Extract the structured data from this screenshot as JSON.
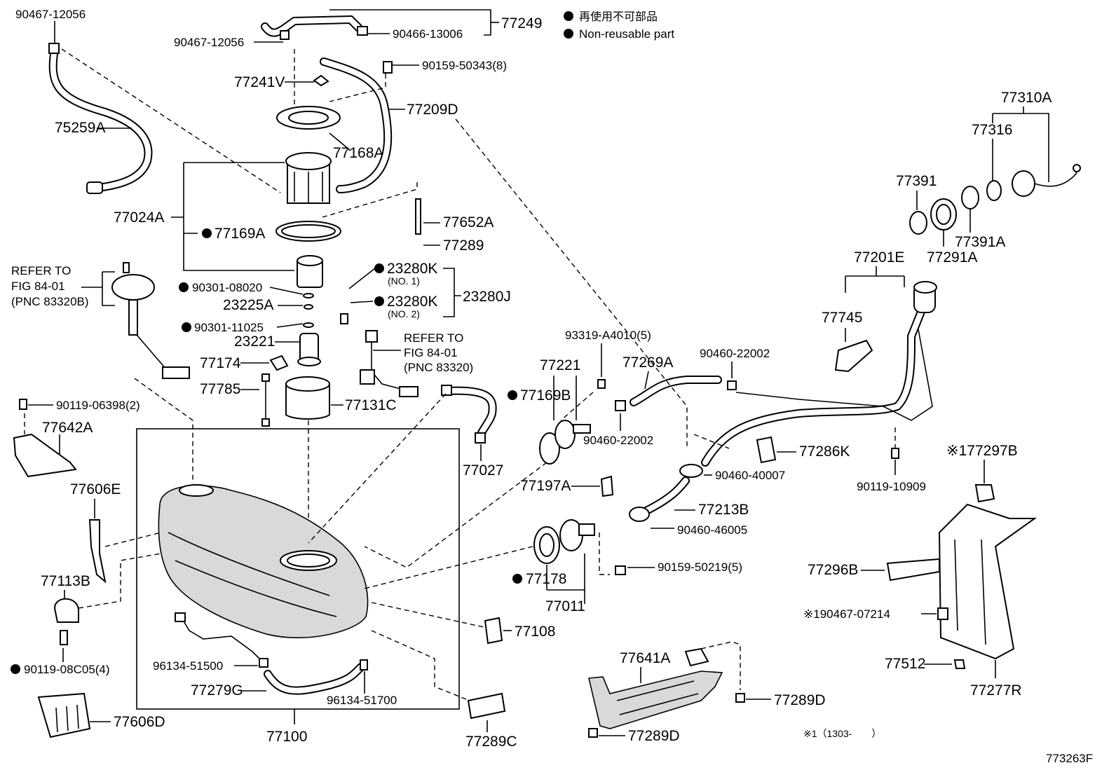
{
  "legend": {
    "jp": "再使用不可部品",
    "en": "Non-reusable part"
  },
  "diagram_id": "773263F",
  "footnote": "※1（1303-　　）",
  "labels": {
    "l_9046712056_a": "90467-12056",
    "l_9046712056_b": "90467-12056",
    "l_9046613006": "90466-13006",
    "l_77249": "77249",
    "l_9015950343": "90159-50343(8)",
    "l_77241V": "77241V",
    "l_77209D": "77209D",
    "l_75259A": "75259A",
    "l_77168A": "77168A",
    "l_77024A": "77024A",
    "l_77169A": "77169A",
    "l_77652A": "77652A",
    "l_77289": "77289",
    "l_refer1a": "REFER TO",
    "l_refer1b": "FIG 84-01",
    "l_refer1c": "(PNC 83320B)",
    "l_9030108020": "90301-08020",
    "l_23225A": "23225A",
    "l_23280K_1": "23280K",
    "l_no1": "(NO. 1)",
    "l_23280K_2": "23280K",
    "l_no2": "(NO. 2)",
    "l_23280J": "23280J",
    "l_9030111025": "90301-11025",
    "l_23221": "23221",
    "l_refer2a": "REFER TO",
    "l_refer2b": "FIG 84-01",
    "l_refer2c": "(PNC 83320)",
    "l_77174": "77174",
    "l_77785": "77785",
    "l_77131C": "77131C",
    "l_9011906398": "90119-06398(2)",
    "l_77642A": "77642A",
    "l_77606E": "77606E",
    "l_77113B": "77113B",
    "l_9011908C05": "90119-08C05(4)",
    "l_77606D": "77606D",
    "l_9613451500": "96134-51500",
    "l_77279G": "77279G",
    "l_9613451700": "96134-51700",
    "l_77100": "77100",
    "l_77289C": "77289C",
    "l_77108": "77108",
    "l_77027": "77027",
    "l_93319": "93319-A4010(5)",
    "l_77221": "77221",
    "l_77169B": "77169B",
    "l_9046022002_a": "90460-22002",
    "l_77269A": "77269A",
    "l_9046022002_b": "90460-22002",
    "l_77197A": "77197A",
    "l_77178": "77178",
    "l_77011": "77011",
    "l_9015950219": "90159-50219(5)",
    "l_9046040007": "90460-40007",
    "l_77213B": "77213B",
    "l_9046046005": "90460-46005",
    "l_77286K": "77286K",
    "l_9011910909": "90119-10909",
    "l_77641A": "77641A",
    "l_77289D_a": "77289D",
    "l_77289D_b": "77289D",
    "l_77310A": "77310A",
    "l_77316": "77316",
    "l_77391": "77391",
    "l_77391A": "77391A",
    "l_77291A": "77291A",
    "l_77201E": "77201E",
    "l_77745": "77745",
    "l_77297B": "※177297B",
    "l_77296B": "77296B",
    "l_9046707214": "※190467-07214",
    "l_77512": "77512",
    "l_77277R": "77277R"
  }
}
